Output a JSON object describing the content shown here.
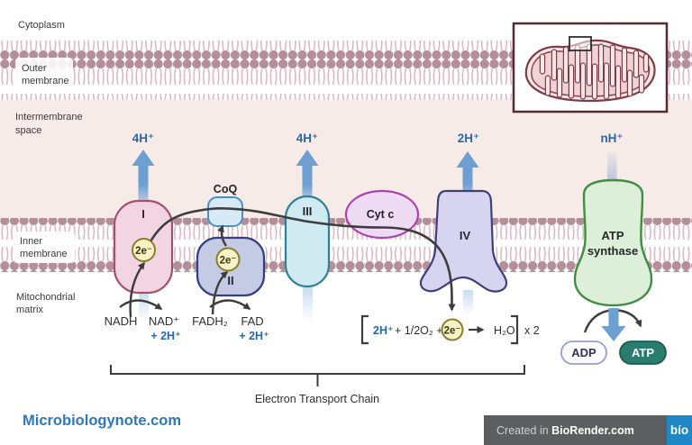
{
  "regions": {
    "cytoplasm": "Cytoplasm",
    "outer_membrane": [
      "Outer",
      "membrane"
    ],
    "intermembrane_space": [
      "Intermembrane",
      "space"
    ],
    "inner_membrane": [
      "Inner",
      "membrane"
    ],
    "mitochondrial_matrix": [
      "Mitochondrial",
      "matrix"
    ]
  },
  "proton_flows": {
    "complex_i": "4H⁺",
    "complex_iii": "4H⁺",
    "complex_iv": "2H⁺",
    "atp_synthase": "nH⁺"
  },
  "complexes": {
    "i": "I",
    "ii": "II",
    "iii": "III",
    "iv": "IV",
    "coq": "CoQ",
    "cyt_c": "Cyt c",
    "atp_synthase": [
      "ATP",
      "synthase"
    ]
  },
  "electron_pair": "2e⁻",
  "matrix_reactions": {
    "nadh": "NADH",
    "nad_plus": "NAD⁺",
    "nad_protons": "+ 2H⁺",
    "fadh2": "FADH₂",
    "fad": "FAD",
    "fad_protons": "+ 2H⁺"
  },
  "water_reaction": {
    "protons": "2H⁺",
    "oxygen": "+ 1/2O₂ +",
    "electrons": "2e⁻",
    "product": "H₂O",
    "multiplier": "x 2"
  },
  "nucleotides": {
    "adp": "ADP",
    "atp": "ATP"
  },
  "chain_label": "Electron Transport Chain",
  "branding": {
    "site": "Microbiologynote.com",
    "credit_prefix": "Created in ",
    "credit_brand": "BioRender.com",
    "logo": "bío"
  },
  "colors": {
    "proton_arrow": "#6d9fd3",
    "proton_text": "#2a67a8",
    "membrane_head": "#b48e99",
    "intermembrane_bg": "#f7ebe7",
    "complex_i_fill": "#f2d4e2",
    "complex_ii_fill": "#c5cbe4",
    "complex_iii_fill": "#cfeaf0",
    "complex_iv_fill": "#d7d4ef",
    "coq_fill": "#d6ebf7",
    "cyt_c_fill": "#eedcf5",
    "atp_synthase_fill": "#ddefd8",
    "electron_circle_fill": "#f8f3c6",
    "atp_pill_fill": "#2a7c6e",
    "site_text": "#2e78b8",
    "brand_bar": "#5d5e60",
    "brand_logo_bg": "#1f87c6"
  }
}
